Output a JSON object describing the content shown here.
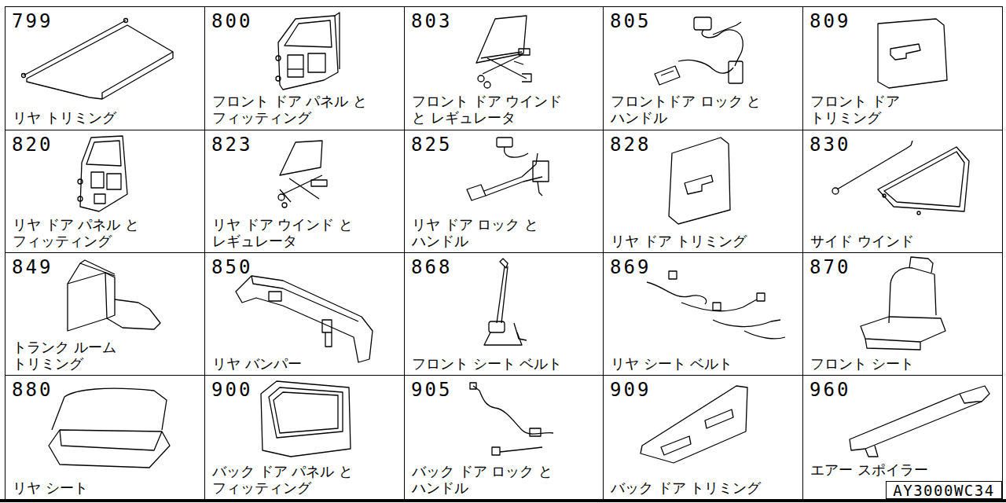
{
  "diagram": {
    "nodes": [
      {
        "text": [
          "799",
          "リヤ トリミング"
        ]
      },
      {
        "text": [
          "800",
          "フロント ドア パネル と フィッティング"
        ]
      },
      {
        "text": [
          "803",
          "フロント ドア ウインド と レギュレータ"
        ]
      },
      {
        "text": [
          "805",
          "フロントドア ロック と ハンドル"
        ]
      },
      {
        "text": [
          "809",
          "フロント ドア トリミング"
        ]
      },
      {
        "text": [
          "820",
          "リヤ ドア パネル と フィッティング"
        ]
      },
      {
        "text": [
          "823",
          "リヤ ドア ウインド と レギュレータ"
        ]
      },
      {
        "text": [
          "825",
          "リヤ ドア ロック と ハンドル"
        ]
      },
      {
        "text": [
          "828",
          "リヤ ドア トリミング"
        ]
      },
      {
        "text": [
          "830",
          "サイド ウインド"
        ]
      },
      {
        "text": [
          "849",
          "トランク ルーム トリミング"
        ]
      },
      {
        "text": [
          "850",
          "リヤ バンパー"
        ]
      },
      {
        "text": [
          "868",
          "フロント シート ベルト"
        ]
      },
      {
        "text": [
          "869",
          "リヤ シート ベルト"
        ]
      },
      {
        "text": [
          "870",
          "フロント シート"
        ]
      },
      {
        "text": [
          "880",
          "リヤ シート"
        ]
      },
      {
        "text": [
          "900",
          "バック ドア パネル と フィッティング"
        ]
      },
      {
        "text": [
          "905",
          "バック ドア ロック と ハンドル"
        ]
      },
      {
        "text": [
          "909",
          "バック ドア トリミング"
        ]
      },
      {
        "text": [
          "960",
          "エアー スポイラー"
        ]
      },
      {
        "text": [
          "AY3000WC34"
        ],
        "in": 19
      }
    ]
  }
}
